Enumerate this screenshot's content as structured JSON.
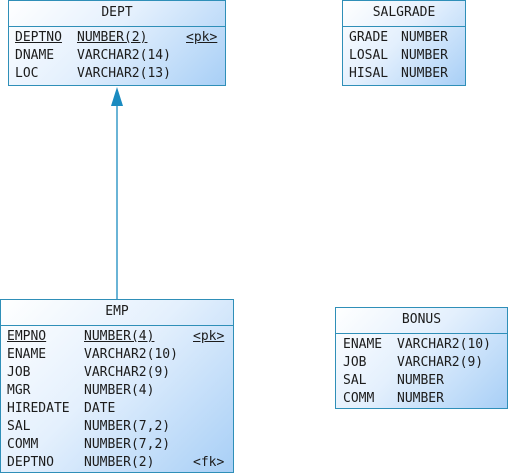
{
  "entities": {
    "dept": {
      "title": "DEPT",
      "rows": [
        {
          "name": "DEPTNO",
          "type": "NUMBER(2)",
          "key": "<pk>"
        },
        {
          "name": "DNAME",
          "type": "VARCHAR2(14)",
          "key": ""
        },
        {
          "name": "LOC",
          "type": "VARCHAR2(13)",
          "key": ""
        }
      ]
    },
    "salgrade": {
      "title": "SALGRADE",
      "rows": [
        {
          "name": "GRADE",
          "type": "NUMBER"
        },
        {
          "name": "LOSAL",
          "type": "NUMBER"
        },
        {
          "name": "HISAL",
          "type": "NUMBER"
        }
      ]
    },
    "emp": {
      "title": "EMP",
      "rows": [
        {
          "name": "EMPNO",
          "type": "NUMBER(4)",
          "key": "<pk>"
        },
        {
          "name": "ENAME",
          "type": "VARCHAR2(10)",
          "key": ""
        },
        {
          "name": "JOB",
          "type": "VARCHAR2(9)",
          "key": ""
        },
        {
          "name": "MGR",
          "type": "NUMBER(4)",
          "key": ""
        },
        {
          "name": "HIREDATE",
          "type": "DATE",
          "key": ""
        },
        {
          "name": "SAL",
          "type": "NUMBER(7,2)",
          "key": ""
        },
        {
          "name": "COMM",
          "type": "NUMBER(7,2)",
          "key": ""
        },
        {
          "name": "DEPTNO",
          "type": "NUMBER(2)",
          "key": "<fk>"
        }
      ]
    },
    "bonus": {
      "title": "BONUS",
      "rows": [
        {
          "name": "ENAME",
          "type": "VARCHAR2(10)"
        },
        {
          "name": "JOB",
          "type": "VARCHAR2(9)"
        },
        {
          "name": "SAL",
          "type": "NUMBER"
        },
        {
          "name": "COMM",
          "type": "NUMBER"
        }
      ]
    }
  },
  "colors": {
    "border": "#2f8fb8",
    "relationship": "#1a8bc0"
  }
}
